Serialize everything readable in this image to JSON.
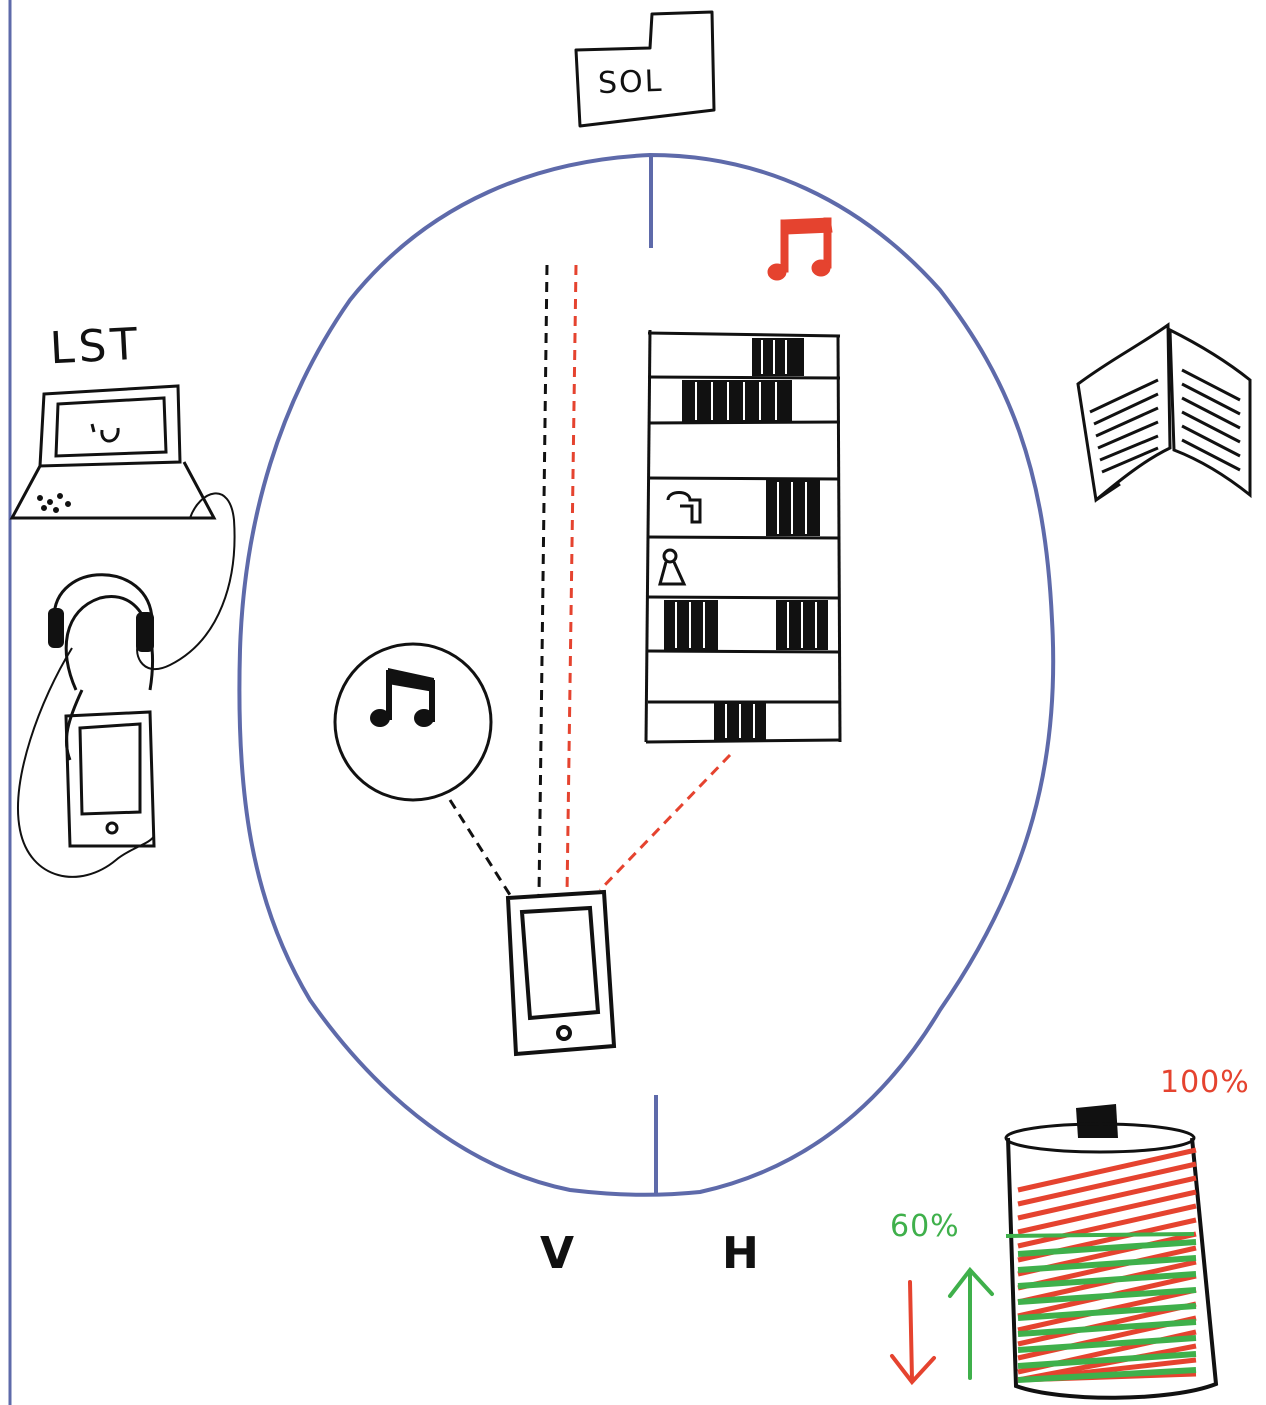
{
  "labels": {
    "sol": "SOL",
    "lst": "LST",
    "v": "V",
    "h": "H",
    "percent_full": "100%",
    "percent_partial": "60%"
  },
  "colors": {
    "outline": "#5e6aaa",
    "ink": "#111111",
    "accent_red": "#e5432f",
    "accent_green": "#3fb04b"
  },
  "battery": {
    "full_level": 1.0,
    "partial_level": 0.6
  },
  "icons": [
    "folder-icon",
    "laptop-icon",
    "headphones-person-icon",
    "tablet-icon",
    "music-note-icon",
    "bookshelf-icon",
    "open-book-icon",
    "smartphone-icon",
    "battery-icon",
    "arrow-down-icon",
    "arrow-up-icon"
  ]
}
